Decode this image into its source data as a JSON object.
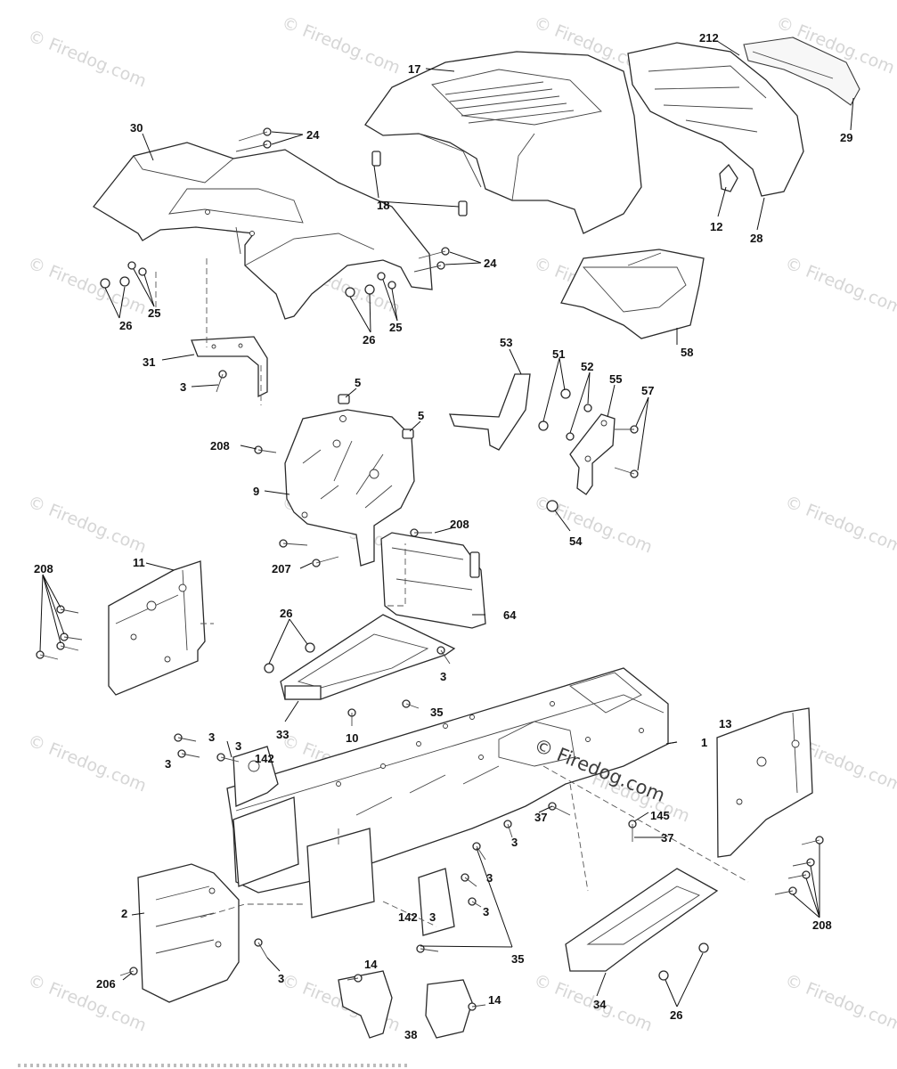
{
  "watermarks": [
    "© Firedog.com",
    "© Firedog.com",
    "© Firedog.com",
    "© Firedog.com",
    "© Firedog.com",
    "© Firedog.com",
    "© Firedog.com",
    "© Firedog.com",
    "© Firedog.com",
    "© Firedog.com",
    "© Firedog.com",
    "© Firedog.com",
    "© Firedog.com",
    "© Firedog.com",
    "© Firedog.com",
    "© Firedog.com",
    "© Firedog.com",
    "© Firedog.com",
    "© Firedog.com",
    "© Firedog.com"
  ],
  "center_watermark": "© Firedog.com",
  "callouts": {
    "c17": "17",
    "c212": "212",
    "c30": "30",
    "c24a": "24",
    "c29": "29",
    "c18": "18",
    "c12": "12",
    "c28a": "28",
    "c24b": "24",
    "c25a": "25",
    "c26a": "26",
    "c25b": "25",
    "c26b": "26",
    "c58": "58",
    "c31": "31",
    "c3a": "3",
    "c53": "53",
    "c51": "51",
    "c52": "52",
    "c55": "55",
    "c57": "57",
    "c5a": "5",
    "c5b": "5",
    "c208a": "208",
    "c9": "9",
    "c208b": "208",
    "c207": "207",
    "c54": "54",
    "c11": "11",
    "c208c": "208",
    "c64": "64",
    "c26c": "26",
    "c3b": "3",
    "c35a": "35",
    "c33": "33",
    "c10": "10",
    "c1": "1",
    "c13": "13",
    "c3c": "3",
    "c3d": "3",
    "c3e": "3",
    "c142a": "142",
    "c37a": "37",
    "c145": "145",
    "c37b": "37",
    "c3f": "3",
    "c3g": "3",
    "c3h": "3",
    "c142b": "142",
    "c3i": "3",
    "c208d": "208",
    "c2": "2",
    "c35b": "35",
    "c206": "206",
    "c3j": "3",
    "c14a": "14",
    "c14b": "14",
    "c34": "34",
    "c26d": "26",
    "c38": "38"
  }
}
